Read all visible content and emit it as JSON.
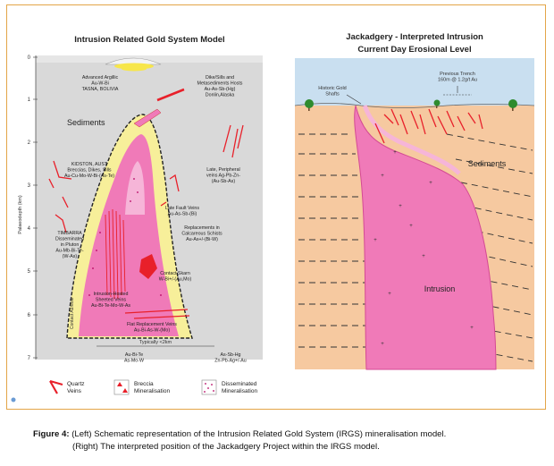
{
  "left_panel": {
    "title": "Intrusion Related Gold System Model",
    "axis_label": "Palaeodepth (km)",
    "axis_ticks": [
      "0",
      "1",
      "2",
      "3",
      "4",
      "5",
      "6",
      "7"
    ],
    "sediments_label": "Sediments",
    "aureole_label": "Contact Aureole",
    "scale_label": "Typically <2km",
    "annotations": {
      "argillic": [
        "Advanced Argillic",
        "Au-W-Bi",
        "TASNA, BOLIVIA"
      ],
      "dike": [
        "Dike/Sills and",
        "Metasediments Hosts",
        "Au-As-Sb-(Hg)",
        "Donlin,Alaska"
      ],
      "kidston": [
        "KIDSTON, AUST",
        "Breccias, Dikes, Sills",
        "Au-Cu-Mo-W-Bi-(As-Te)"
      ],
      "peripheral": [
        "Late, Peripheral",
        "veins Ag-Pb-Zn-",
        "(Au-Sb-As)"
      ],
      "late_fault": [
        "Late Fault Veins",
        "Au-As-Sb-(Bi)"
      ],
      "replacements": [
        "Replacements in",
        "Calcareous Schists",
        "Au-As+/-(Bi-W)"
      ],
      "timbarra": [
        "TIMBARRA",
        "Disseminated",
        "in Pluton",
        "Au-Mb-Bi-Te-",
        "(W-As)"
      ],
      "skarn": [
        "Contact Skarn",
        "W-Bi+/-(Au,Mo)"
      ],
      "sheeted": [
        "Intrusion-Hosted",
        "Sheeted Veins",
        "Au-Bi-Te-Mo-W-As"
      ],
      "flat": [
        "Flat Replacement Veins",
        "Au-Bi-As-W-(Mo)"
      ],
      "bottom_left": [
        "Au-Bi-Te",
        "As-Mo-W"
      ],
      "bottom_right": [
        "As-Sb-Hg",
        "Zn-Pb-Ag+/-Au"
      ]
    }
  },
  "right_panel": {
    "title_line1": "Jackadgery -  Interpreted Intrusion",
    "title_line2": "Current Day Erosional Level",
    "trench_label": [
      "Previous Trench",
      "160m @ 1.2g/t Au"
    ],
    "shafts_label": [
      "Historic Gold",
      "Shafts"
    ],
    "sediments_label": "Sediments",
    "intrusion_label": "Intrusion"
  },
  "legend": {
    "quartz": [
      "Quartz",
      "Veins"
    ],
    "breccia": [
      "Breccia",
      "Mineralisation"
    ],
    "disseminated": [
      "Disseminated",
      "Mineralisation"
    ]
  },
  "caption": {
    "label": "Figure 4:",
    "line1": "(Left) Schematic representation of the Intrusion Related Gold System (IRGS) mineralisation model.",
    "line2": "(Right) The interpreted position of the Jackadgery Project within the IRGS model."
  },
  "colors": {
    "frame": "#e3a548",
    "left_bg": "#d9d9d9",
    "intrusion": "#f07ab8",
    "aureole": "#f7ef9a",
    "sediment": "#f6c9a0",
    "sky": "#c9dff0",
    "vein": "#e8202a"
  }
}
